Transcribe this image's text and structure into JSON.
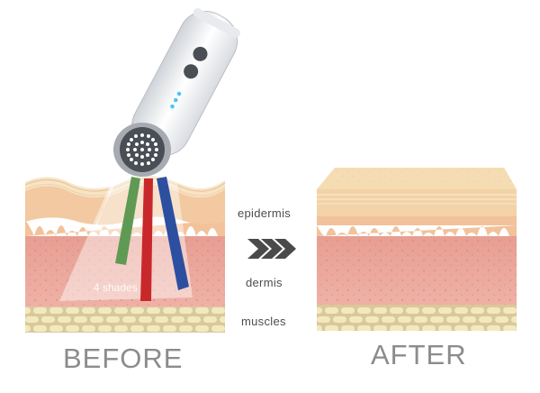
{
  "labels": {
    "epidermis": "epidermis",
    "dermis": "dermis",
    "muscles": "muscles",
    "before": "BEFORE",
    "after": "AFTER",
    "shades": "4 shades"
  },
  "icons": {
    "arrow": "triple-chevron-right-icon",
    "device": "handheld-light-therapy-device"
  },
  "colors": {
    "light_green": "#5f9a55",
    "light_red": "#c9282b",
    "light_blue": "#2d4fa0",
    "device_led": "#4fc3f7"
  }
}
